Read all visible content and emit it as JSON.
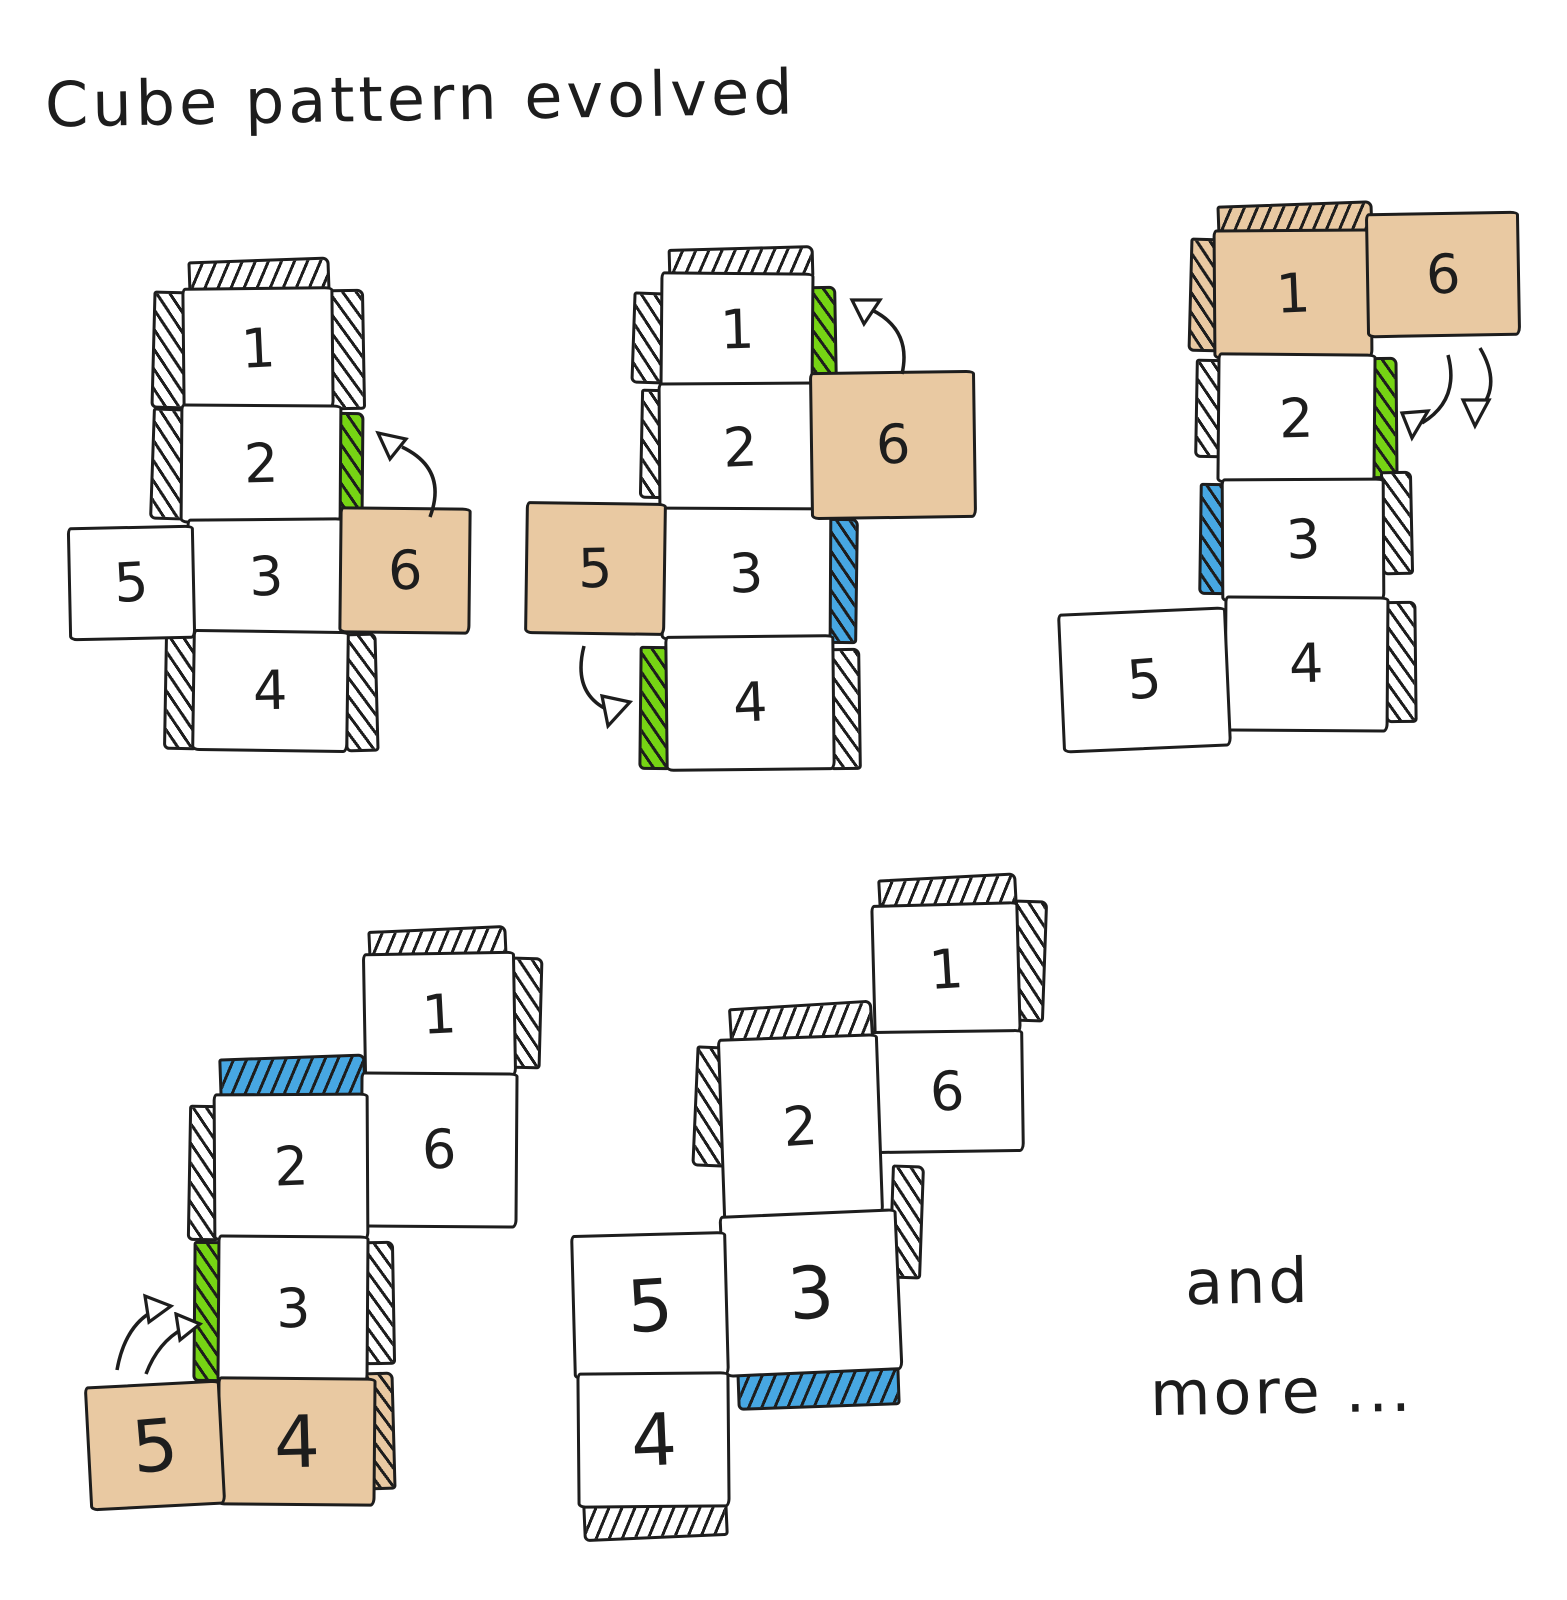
{
  "title": "Cube pattern evolved",
  "footer": {
    "line1": "and",
    "line2": "more ..."
  },
  "colors": {
    "ink": "#1d1d1d",
    "paper": "#ffffff",
    "tan": "#e9c9a2",
    "green": "#76d414",
    "blue": "#47a7e2"
  },
  "nets": [
    {
      "name": "net-1",
      "faces": [
        {
          "label": "1",
          "fill": "white"
        },
        {
          "label": "2",
          "fill": "white"
        },
        {
          "label": "3",
          "fill": "white"
        },
        {
          "label": "4",
          "fill": "white"
        },
        {
          "label": "5",
          "fill": "white"
        },
        {
          "label": "6",
          "fill": "tan"
        }
      ],
      "highlights": [
        {
          "edge": "right-of-2",
          "color": "green"
        }
      ]
    },
    {
      "name": "net-2",
      "faces": [
        {
          "label": "1",
          "fill": "white"
        },
        {
          "label": "2",
          "fill": "white"
        },
        {
          "label": "3",
          "fill": "white"
        },
        {
          "label": "4",
          "fill": "white"
        },
        {
          "label": "5",
          "fill": "tan"
        },
        {
          "label": "6",
          "fill": "tan"
        }
      ],
      "highlights": [
        {
          "edge": "right-of-1",
          "color": "green"
        },
        {
          "edge": "right-of-3",
          "color": "blue"
        },
        {
          "edge": "left-of-4",
          "color": "green"
        }
      ]
    },
    {
      "name": "net-3",
      "faces": [
        {
          "label": "1",
          "fill": "tan"
        },
        {
          "label": "2",
          "fill": "white"
        },
        {
          "label": "3",
          "fill": "white"
        },
        {
          "label": "4",
          "fill": "white"
        },
        {
          "label": "5",
          "fill": "white"
        },
        {
          "label": "6",
          "fill": "tan"
        }
      ],
      "highlights": [
        {
          "edge": "top-of-1",
          "color": "tan"
        },
        {
          "edge": "left-of-1",
          "color": "tan"
        },
        {
          "edge": "right-of-2",
          "color": "green"
        },
        {
          "edge": "left-of-3",
          "color": "blue"
        }
      ]
    },
    {
      "name": "net-4",
      "faces": [
        {
          "label": "1",
          "fill": "white"
        },
        {
          "label": "2",
          "fill": "white"
        },
        {
          "label": "3",
          "fill": "white"
        },
        {
          "label": "4",
          "fill": "tan"
        },
        {
          "label": "5",
          "fill": "tan"
        },
        {
          "label": "6",
          "fill": "white"
        }
      ],
      "highlights": [
        {
          "edge": "top-of-2",
          "color": "blue"
        },
        {
          "edge": "left-of-3",
          "color": "green"
        },
        {
          "edge": "right-of-4",
          "color": "tan"
        }
      ]
    },
    {
      "name": "net-5",
      "faces": [
        {
          "label": "1",
          "fill": "white"
        },
        {
          "label": "2",
          "fill": "white"
        },
        {
          "label": "3",
          "fill": "white"
        },
        {
          "label": "4",
          "fill": "white"
        },
        {
          "label": "5",
          "fill": "white"
        },
        {
          "label": "6",
          "fill": "white"
        }
      ],
      "highlights": [
        {
          "edge": "bottom-of-3",
          "color": "blue"
        }
      ]
    }
  ]
}
